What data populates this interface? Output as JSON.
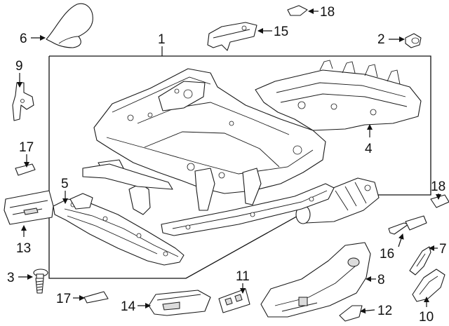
{
  "callouts": {
    "n1": "1",
    "n2": "2",
    "n3": "3",
    "n4": "4",
    "n5": "5",
    "n6": "6",
    "n7": "7",
    "n8": "8",
    "n9": "9",
    "n10": "10",
    "n11": "11",
    "n12": "12",
    "n13": "13",
    "n14": "14",
    "n15": "15",
    "n16": "16",
    "n17a": "17",
    "n17b": "17",
    "n18a": "18",
    "n18b": "18"
  },
  "icons": [
    "seat-track-frame",
    "bolt",
    "motor",
    "switch",
    "shield-cover",
    "clip",
    "cap"
  ]
}
